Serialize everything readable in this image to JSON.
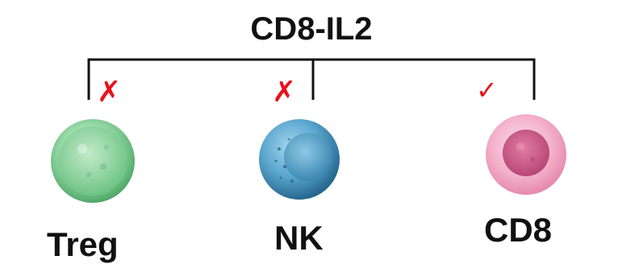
{
  "title": "CD8-IL2",
  "colors": {
    "text": "#111111",
    "connector": "#111111",
    "mark": "#e8121c"
  },
  "cells": [
    {
      "id": "treg",
      "label": "Treg",
      "mark": "✗",
      "icon": "green-cell-icon",
      "color": "#7ccf97"
    },
    {
      "id": "nk",
      "label": "NK",
      "mark": "✗",
      "icon": "blue-cell-icon",
      "color": "#4a96bf"
    },
    {
      "id": "cd8",
      "label": "CD8",
      "mark": "✓",
      "icon": "pink-cell-icon",
      "color": "#f1a8c4"
    }
  ]
}
